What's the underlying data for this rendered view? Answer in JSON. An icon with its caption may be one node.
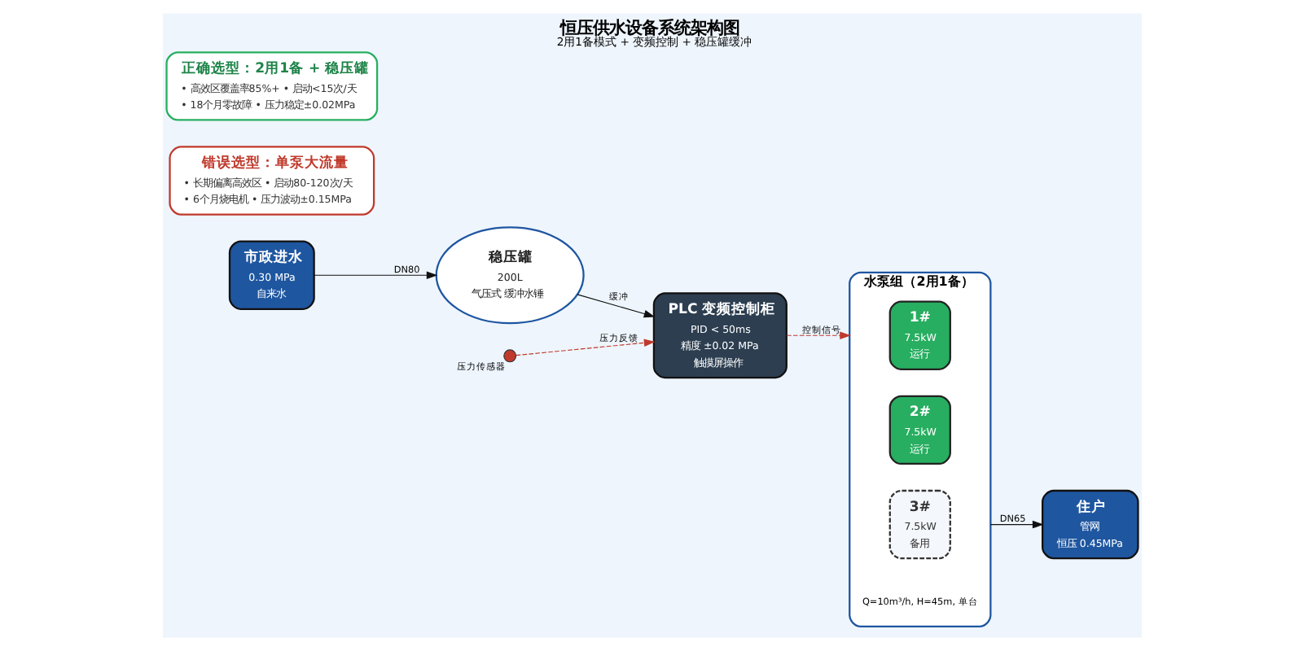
{
  "diagram": {
    "title": "恒压供水设备系统架构图",
    "caption": "2用1备模式 + 变频控制 + 稳压罐缓冲",
    "nodes": [
      {
        "text": [
          "市政进水",
          "0.30 MPa",
          "自来水"
        ]
      },
      {
        "text": [
          "稳压罐",
          "200L",
          "气压式 缓冲水锤"
        ]
      },
      {
        "text": [
          "PLC 变频控制柜",
          "PID < 50ms",
          "精度 ±0.02 MPa",
          "触摸屏操作"
        ]
      },
      {
        "text": [
          "水泵组（2用1备）",
          "Q=10m³/h, H=45m, 单台"
        ]
      },
      {
        "text": [
          "1#",
          "7.5kW",
          "运行"
        ],
        "in": 3
      },
      {
        "text": [
          "2#",
          "7.5kW",
          "运行"
        ],
        "in": 3
      },
      {
        "text": [
          "3#",
          "7.5kW",
          "备用"
        ],
        "in": 3
      },
      {
        "text": [
          "住户",
          "管网",
          "恒压 0.45MPa"
        ]
      },
      {
        "text": [],
        "shape": "circle",
        "beside": [
          "压力传感器"
        ]
      },
      {
        "text": [
          "错误选型：单泵大流量",
          "• 长期偏离高效区 • 启动80-120次/天",
          "• 6个月烧电机 • 压力波动±0.15MPa"
        ]
      },
      {
        "text": [
          "正确选型：2用1备 + 稳压罐",
          "• 高效区覆盖率85%+ • 启动<15次/天",
          "• 18个月零故障 • 压力稳定±0.02MPa"
        ]
      }
    ],
    "edges": [
      {
        "from": 0,
        "to": 1,
        "arrow": "to",
        "label": "DN80"
      },
      {
        "from": 1,
        "to": 2,
        "arrow": "to",
        "label": "缓冲"
      },
      {
        "from": 2,
        "to": 3,
        "arrow": "to",
        "label": "控制信号",
        "style": "dashed",
        "color": "#c0392b"
      },
      {
        "from": 3,
        "to": 7,
        "arrow": "to",
        "label": "DN65"
      },
      {
        "from": 8,
        "to": 2,
        "arrow": "to",
        "label": "压力反馈",
        "style": "dashed",
        "color": "#c0392b"
      }
    ]
  }
}
